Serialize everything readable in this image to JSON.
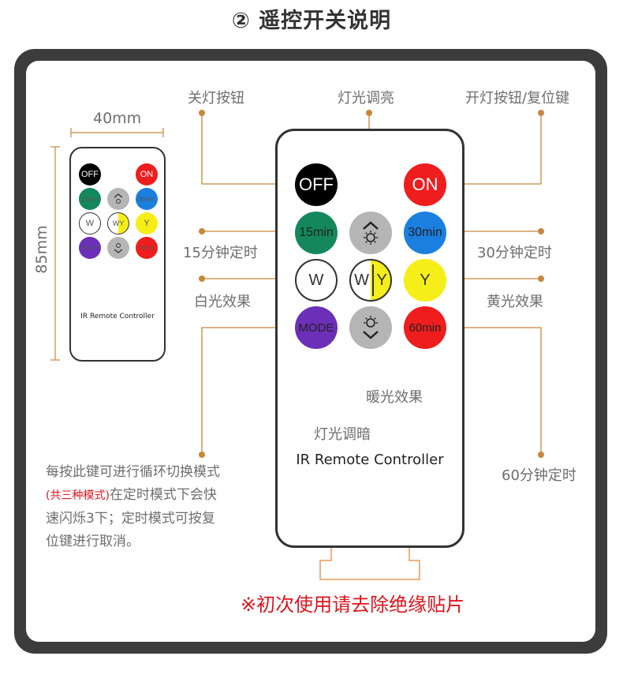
{
  "page": {
    "title": "② 遥控开关说明",
    "warning": "※初次使用请去除绝缘贴片"
  },
  "dimensions": {
    "width": "40mm",
    "height": "85mm"
  },
  "remote": {
    "brand_text": "IR Remote Controller",
    "buttons": [
      {
        "id": "off",
        "label": "OFF",
        "bg": "#000000",
        "fg": "#ffffff"
      },
      {
        "id": "brightness-up",
        "label": "",
        "bg": "#b5b5b5",
        "fg": "#333333"
      },
      {
        "id": "on",
        "label": "ON",
        "bg": "#ef1d1d",
        "fg": "#ffffff"
      },
      {
        "id": "15min",
        "label": "15min",
        "bg": "#14875c",
        "fg": "#222222"
      },
      {
        "id": "30min",
        "label": "30min",
        "bg": "#1b7fe0",
        "fg": "#222222"
      },
      {
        "id": "white",
        "label": "W",
        "bg": "#ffffff",
        "fg": "#333333"
      },
      {
        "id": "warm",
        "label_w": "W",
        "label_y": "Y",
        "bg": "#ffffff",
        "fg": "#333333",
        "accent": "#f6ee18"
      },
      {
        "id": "yellow",
        "label": "Y",
        "bg": "#f6ee18",
        "fg": "#333333"
      },
      {
        "id": "mode",
        "label": "MODE",
        "bg": "#6b2fb8",
        "fg": "#222222"
      },
      {
        "id": "brightness-down",
        "label": "",
        "bg": "#b5b5b5",
        "fg": "#333333"
      },
      {
        "id": "60min",
        "label": "60min",
        "bg": "#ef1d1d",
        "fg": "#222222"
      }
    ]
  },
  "callouts": {
    "off": "关灯按钮",
    "brighten": "灯光调亮",
    "on_reset": "开灯按钮/复位键",
    "t15": "15分钟定时",
    "t30": "30分钟定时",
    "white": "白光效果",
    "yellow": "黄光效果",
    "warm": "暖光效果",
    "dim": "灯光调暗",
    "t60": "60分钟定时",
    "mode_line1": "每按此键可进行循环切换模式",
    "mode_line2_red": "(共三种模式)",
    "mode_line2_rest": "在定时模式下会快",
    "mode_line3": "速闪烁3下；定时模式可按复",
    "mode_line4": "位键进行取消。"
  },
  "colors": {
    "leader": "#c8873a",
    "warning": "#e0131b",
    "frame": "#3c3c3c",
    "battery_tab": "#e99a5c"
  }
}
